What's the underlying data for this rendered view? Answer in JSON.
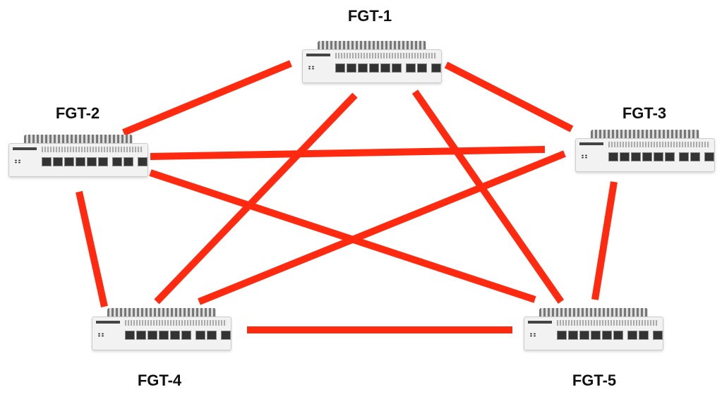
{
  "diagram": {
    "title": "Full-mesh FortiGate topology",
    "link_color": "#ff2a10",
    "nodes": [
      {
        "id": "FGT-1",
        "label": "FGT-1"
      },
      {
        "id": "FGT-2",
        "label": "FGT-2"
      },
      {
        "id": "FGT-3",
        "label": "FGT-3"
      },
      {
        "id": "FGT-4",
        "label": "FGT-4"
      },
      {
        "id": "FGT-5",
        "label": "FGT-5"
      }
    ],
    "links": [
      [
        "FGT-1",
        "FGT-2"
      ],
      [
        "FGT-1",
        "FGT-3"
      ],
      [
        "FGT-1",
        "FGT-4"
      ],
      [
        "FGT-1",
        "FGT-5"
      ],
      [
        "FGT-2",
        "FGT-3"
      ],
      [
        "FGT-2",
        "FGT-4"
      ],
      [
        "FGT-2",
        "FGT-5"
      ],
      [
        "FGT-3",
        "FGT-4"
      ],
      [
        "FGT-3",
        "FGT-5"
      ],
      [
        "FGT-4",
        "FGT-5"
      ]
    ]
  }
}
